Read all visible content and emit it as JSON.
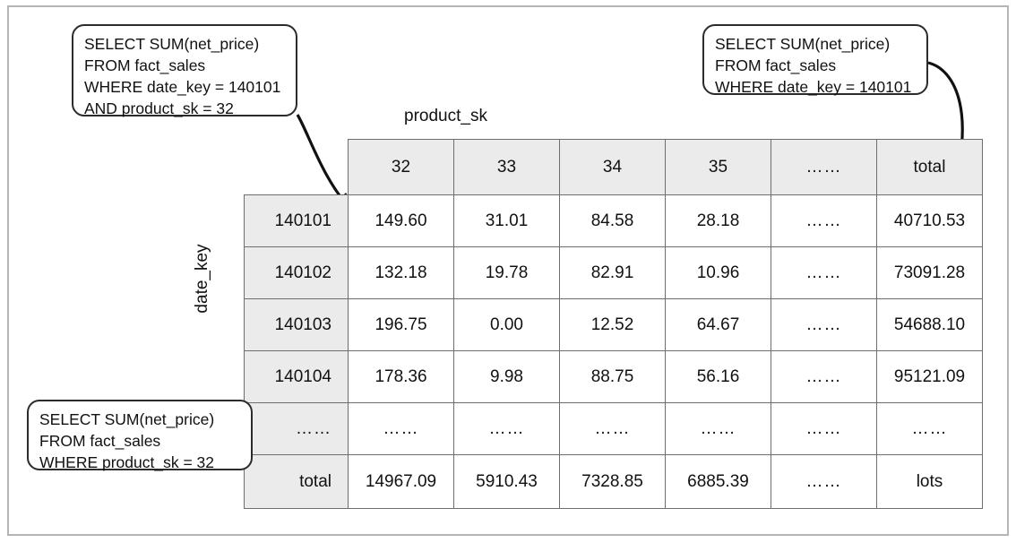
{
  "figure": {
    "column_axis_label": "product_sk",
    "row_axis_label": "date_key"
  },
  "callouts": {
    "cell_query": "SELECT SUM(net_price)\nFROM fact_sales\nWHERE date_key = 140101\nAND product_sk = 32",
    "row_query": "SELECT SUM(net_price)\nFROM fact_sales\nWHERE date_key = 140101",
    "column_query": "SELECT SUM(net_price)\nFROM fact_sales\nWHERE product_sk = 32"
  },
  "chart_data": {
    "type": "table",
    "title": "",
    "xlabel": "product_sk",
    "ylabel": "date_key",
    "columns": [
      "32",
      "33",
      "34",
      "35",
      "……",
      "total"
    ],
    "rows": [
      {
        "label": "140101",
        "values": [
          "149.60",
          "31.01",
          "84.58",
          "28.18",
          "……",
          "40710.53"
        ]
      },
      {
        "label": "140102",
        "values": [
          "132.18",
          "19.78",
          "82.91",
          "10.96",
          "……",
          "73091.28"
        ]
      },
      {
        "label": "140103",
        "values": [
          "196.75",
          "0.00",
          "12.52",
          "64.67",
          "……",
          "54688.10"
        ]
      },
      {
        "label": "140104",
        "values": [
          "178.36",
          "9.98",
          "88.75",
          "56.16",
          "……",
          "95121.09"
        ]
      },
      {
        "label": "……",
        "values": [
          "……",
          "……",
          "……",
          "……",
          "……",
          "……"
        ]
      },
      {
        "label": "total",
        "values": [
          "14967.09",
          "5910.43",
          "7328.85",
          "6885.39",
          "……",
          "lots"
        ]
      }
    ],
    "operator_symbol": "+",
    "corner_label": ""
  },
  "colors": {
    "header_fill": "#ebebeb",
    "grid_line": "#6e6e6e",
    "outer_frame": "#b5b5b5",
    "text": "#111111",
    "callout_border": "#2b2b2b",
    "arrow": "#111111"
  }
}
